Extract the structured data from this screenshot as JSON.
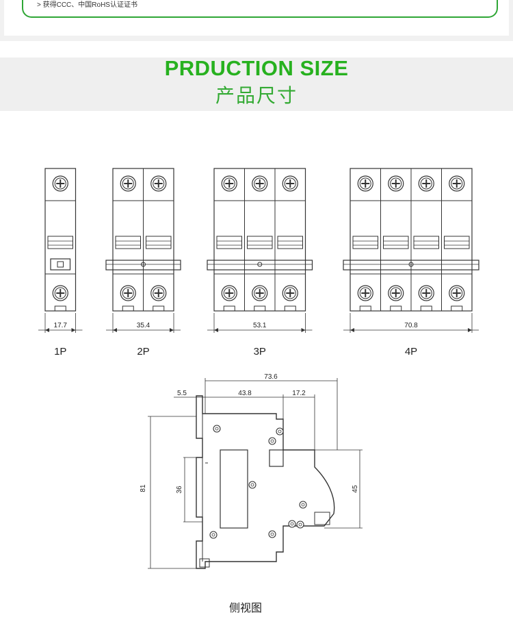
{
  "cert": {
    "text": "> 获得CCC、中国RoHS认证证书"
  },
  "section": {
    "title_en": "PRDUCTION SIZE",
    "title_zh": "产品尺寸"
  },
  "front_views": [
    {
      "label": "1P",
      "poles": 1,
      "width_label": "17.7"
    },
    {
      "label": "2P",
      "poles": 2,
      "width_label": "35.4"
    },
    {
      "label": "3P",
      "poles": 3,
      "width_label": "53.1"
    },
    {
      "label": "4P",
      "poles": 4,
      "width_label": "70.8"
    }
  ],
  "side_view": {
    "dims": {
      "overall": "73.6",
      "left": "5.5",
      "middle": "43.8",
      "right": "17.2",
      "height": "81",
      "inner": "36",
      "front": "45"
    },
    "caption": "侧视图"
  },
  "colors": {
    "accent": "#27b11f",
    "line": "#333333"
  }
}
